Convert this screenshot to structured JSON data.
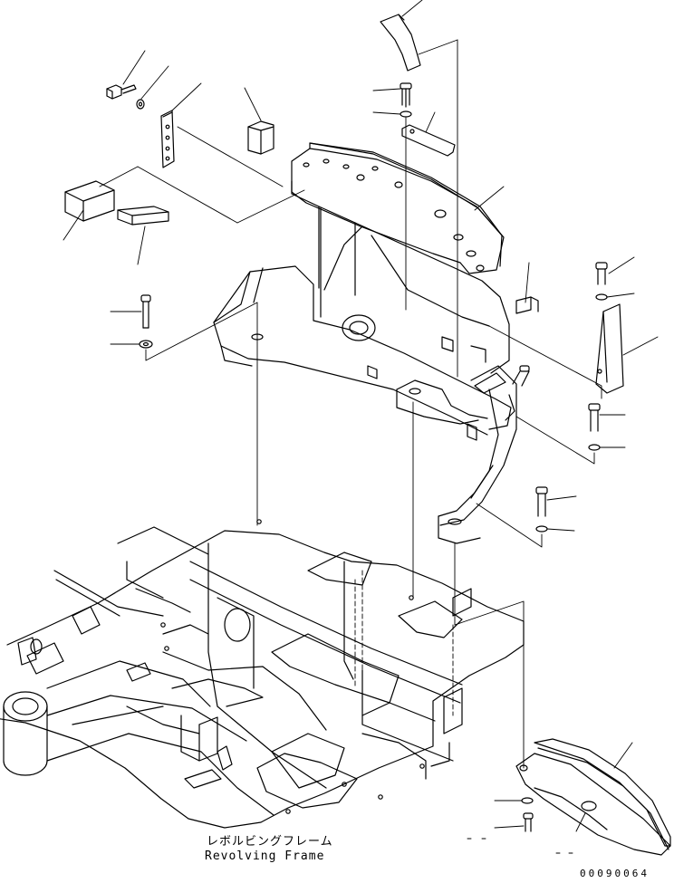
{
  "caption": {
    "japanese": "レボルビングフレーム",
    "english": "Revolving Frame"
  },
  "drawing_code": "00090064"
}
